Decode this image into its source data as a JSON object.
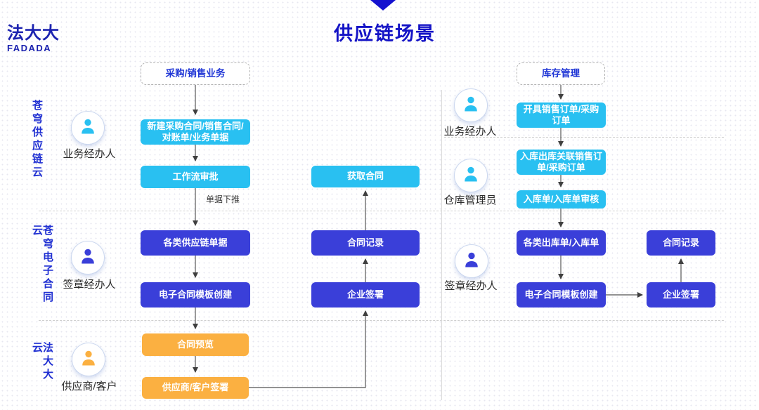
{
  "header": {
    "logo_zh": "法大大",
    "logo_en": "FADADA",
    "title": "供应链场景"
  },
  "lanes": [
    {
      "label": "苍穹供应链云"
    },
    {
      "label": "苍穹电子合同云"
    },
    {
      "label": "法大大云"
    }
  ],
  "actors": {
    "left1": {
      "label": "业务经办人",
      "color": "cyan"
    },
    "left2": {
      "label": "签章经办人",
      "color": "indigo"
    },
    "left3": {
      "label": "供应商/客户",
      "color": "orange"
    },
    "right1": {
      "label": "业务经办人",
      "color": "cyan"
    },
    "right2": {
      "label": "仓库管理员",
      "color": "cyan"
    },
    "right3": {
      "label": "签章经办人",
      "color": "indigo"
    }
  },
  "nodes": {
    "purchase_sales_source": {
      "label": "采购/销售业务"
    },
    "create_contract": {
      "label": "新建采购合同/销售合同/\n对账单/业务单据"
    },
    "workflow_approval": {
      "label": "工作流审批"
    },
    "supply_chain_docs": {
      "label": "各类供应链单据"
    },
    "template_create_left": {
      "label": "电子合同模板创建"
    },
    "contract_preview": {
      "label": "合同预览"
    },
    "supplier_sign": {
      "label": "供应商/客户签署"
    },
    "get_contract": {
      "label": "获取合同"
    },
    "contract_record_mid": {
      "label": "合同记录"
    },
    "enterprise_sign_mid": {
      "label": "企业签署"
    },
    "inventory_source": {
      "label": "库存管理"
    },
    "issue_orders": {
      "label": "开具销售订单/采购\n订单"
    },
    "inout_link_orders": {
      "label": "入库出库关联销售订\n单/采购订单"
    },
    "inbound_audit": {
      "label": "入库单/入库单审核"
    },
    "inout_docs": {
      "label": "各类出库单/入库单"
    },
    "template_create_right": {
      "label": "电子合同模板创建"
    },
    "contract_record_right": {
      "label": "合同记录"
    },
    "enterprise_sign_right": {
      "label": "企业签署"
    }
  },
  "edge_labels": {
    "push_down": "单据下推"
  },
  "colors": {
    "cyan": "#29c0f1",
    "indigo": "#3a3fd9",
    "orange": "#fbb041",
    "title_blue": "#1413c6",
    "lane_blue": "#2030d2"
  }
}
